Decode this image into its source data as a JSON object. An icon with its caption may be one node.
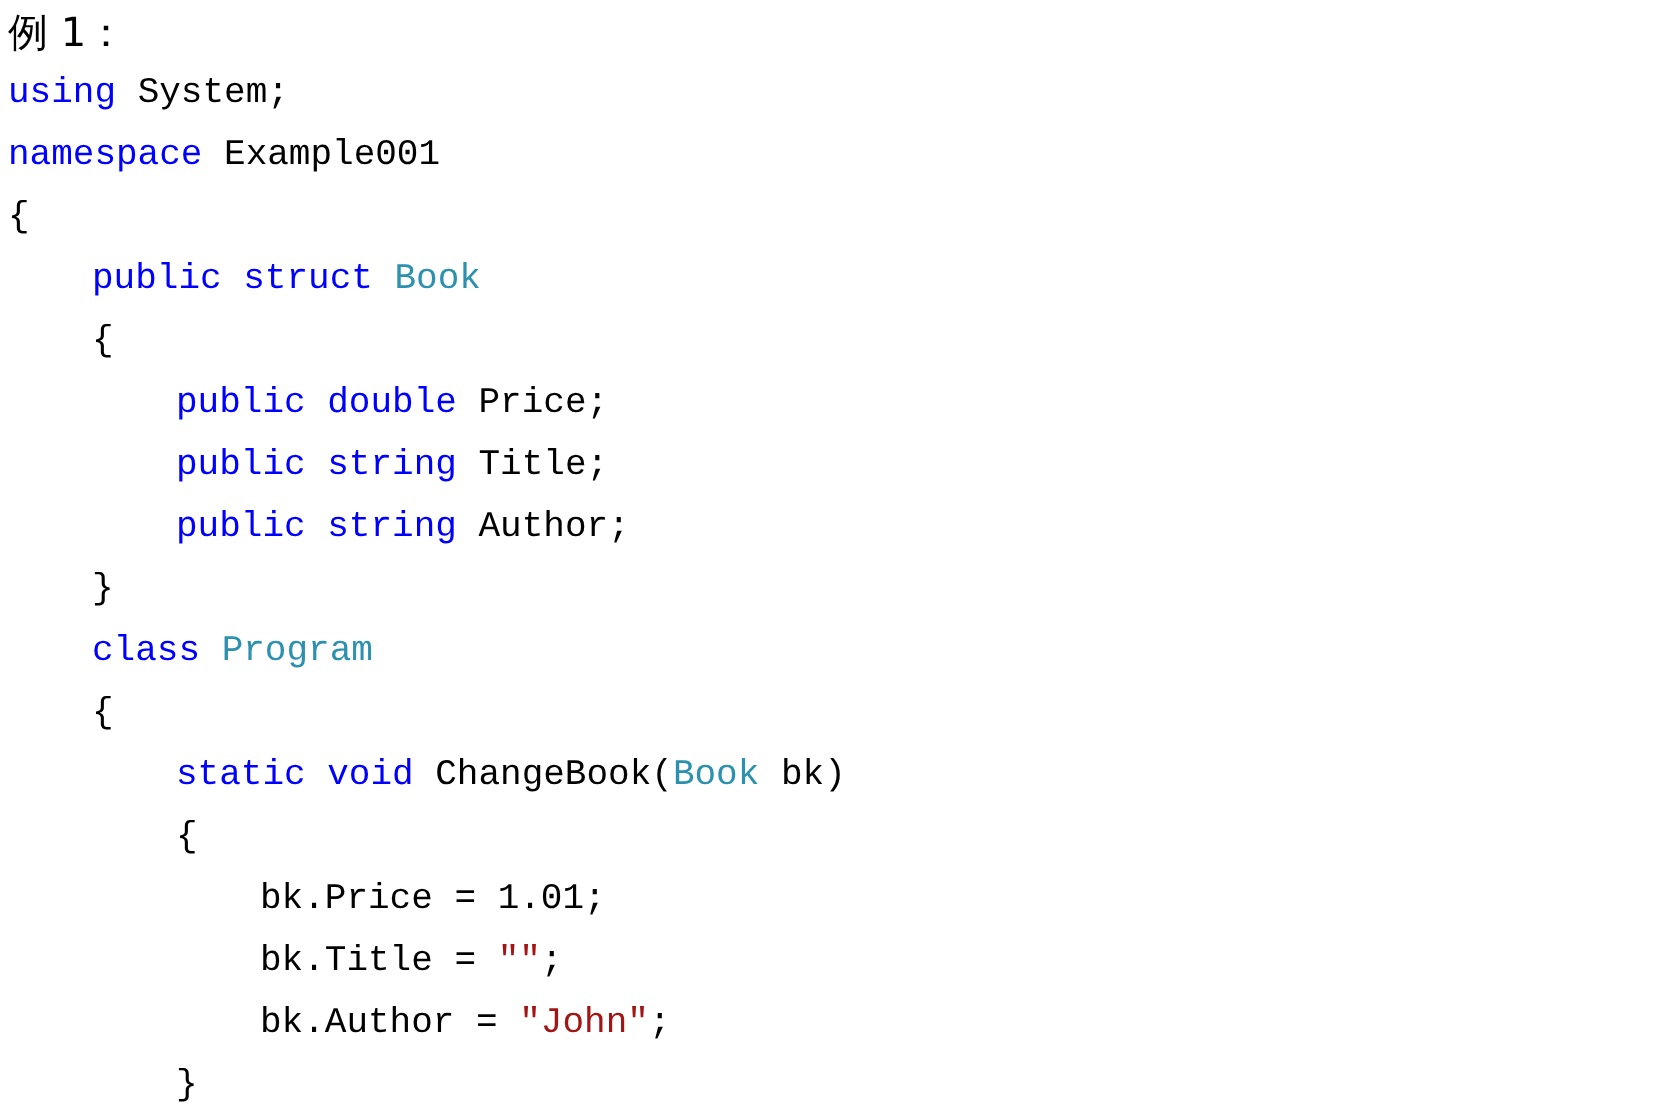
{
  "diagram": {
    "title": "例 1：",
    "labels": [
      "using",
      "System;",
      "namespace",
      "Example001",
      "{",
      "public struct",
      "Book",
      "{",
      "public double",
      "Price;",
      "public string",
      "Title;",
      "public string",
      "Author;",
      "}",
      "class",
      "Program",
      "{",
      "static void",
      "ChangeBook(",
      "Book",
      "bk)",
      "{",
      "bk.Price = 1.01;",
      "bk.Title = ",
      "\"\"",
      ";",
      "bk.Author = ",
      "\"John\"",
      ";",
      "}"
    ]
  }
}
